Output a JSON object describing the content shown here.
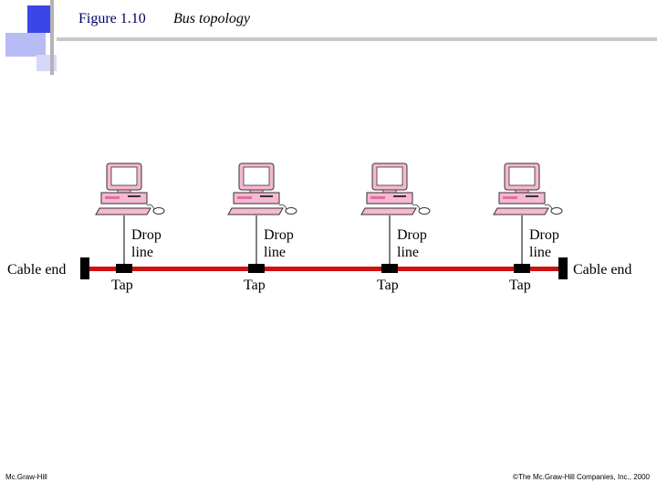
{
  "header": {
    "figure_label": "Figure 1.10",
    "figure_title": "Bus topology"
  },
  "diagram": {
    "cable_end_left": "Cable end",
    "cable_end_right": "Cable end",
    "drop_line_word1": "Drop",
    "drop_line_word2": "line",
    "tap_label": "Tap",
    "colors": {
      "bus": "#d01010",
      "monitor": "#f6b8d2",
      "screen": "#ffffff",
      "outline": "#333333",
      "connector": "#000000",
      "deco_blue": "#3a46e8",
      "deco_light": "#b8bcf4"
    },
    "station_count": 4
  },
  "footer": {
    "publisher": "Mc.Graw-Hill",
    "copyright": "©The Mc.Graw-Hill Companies, Inc., 2000"
  }
}
